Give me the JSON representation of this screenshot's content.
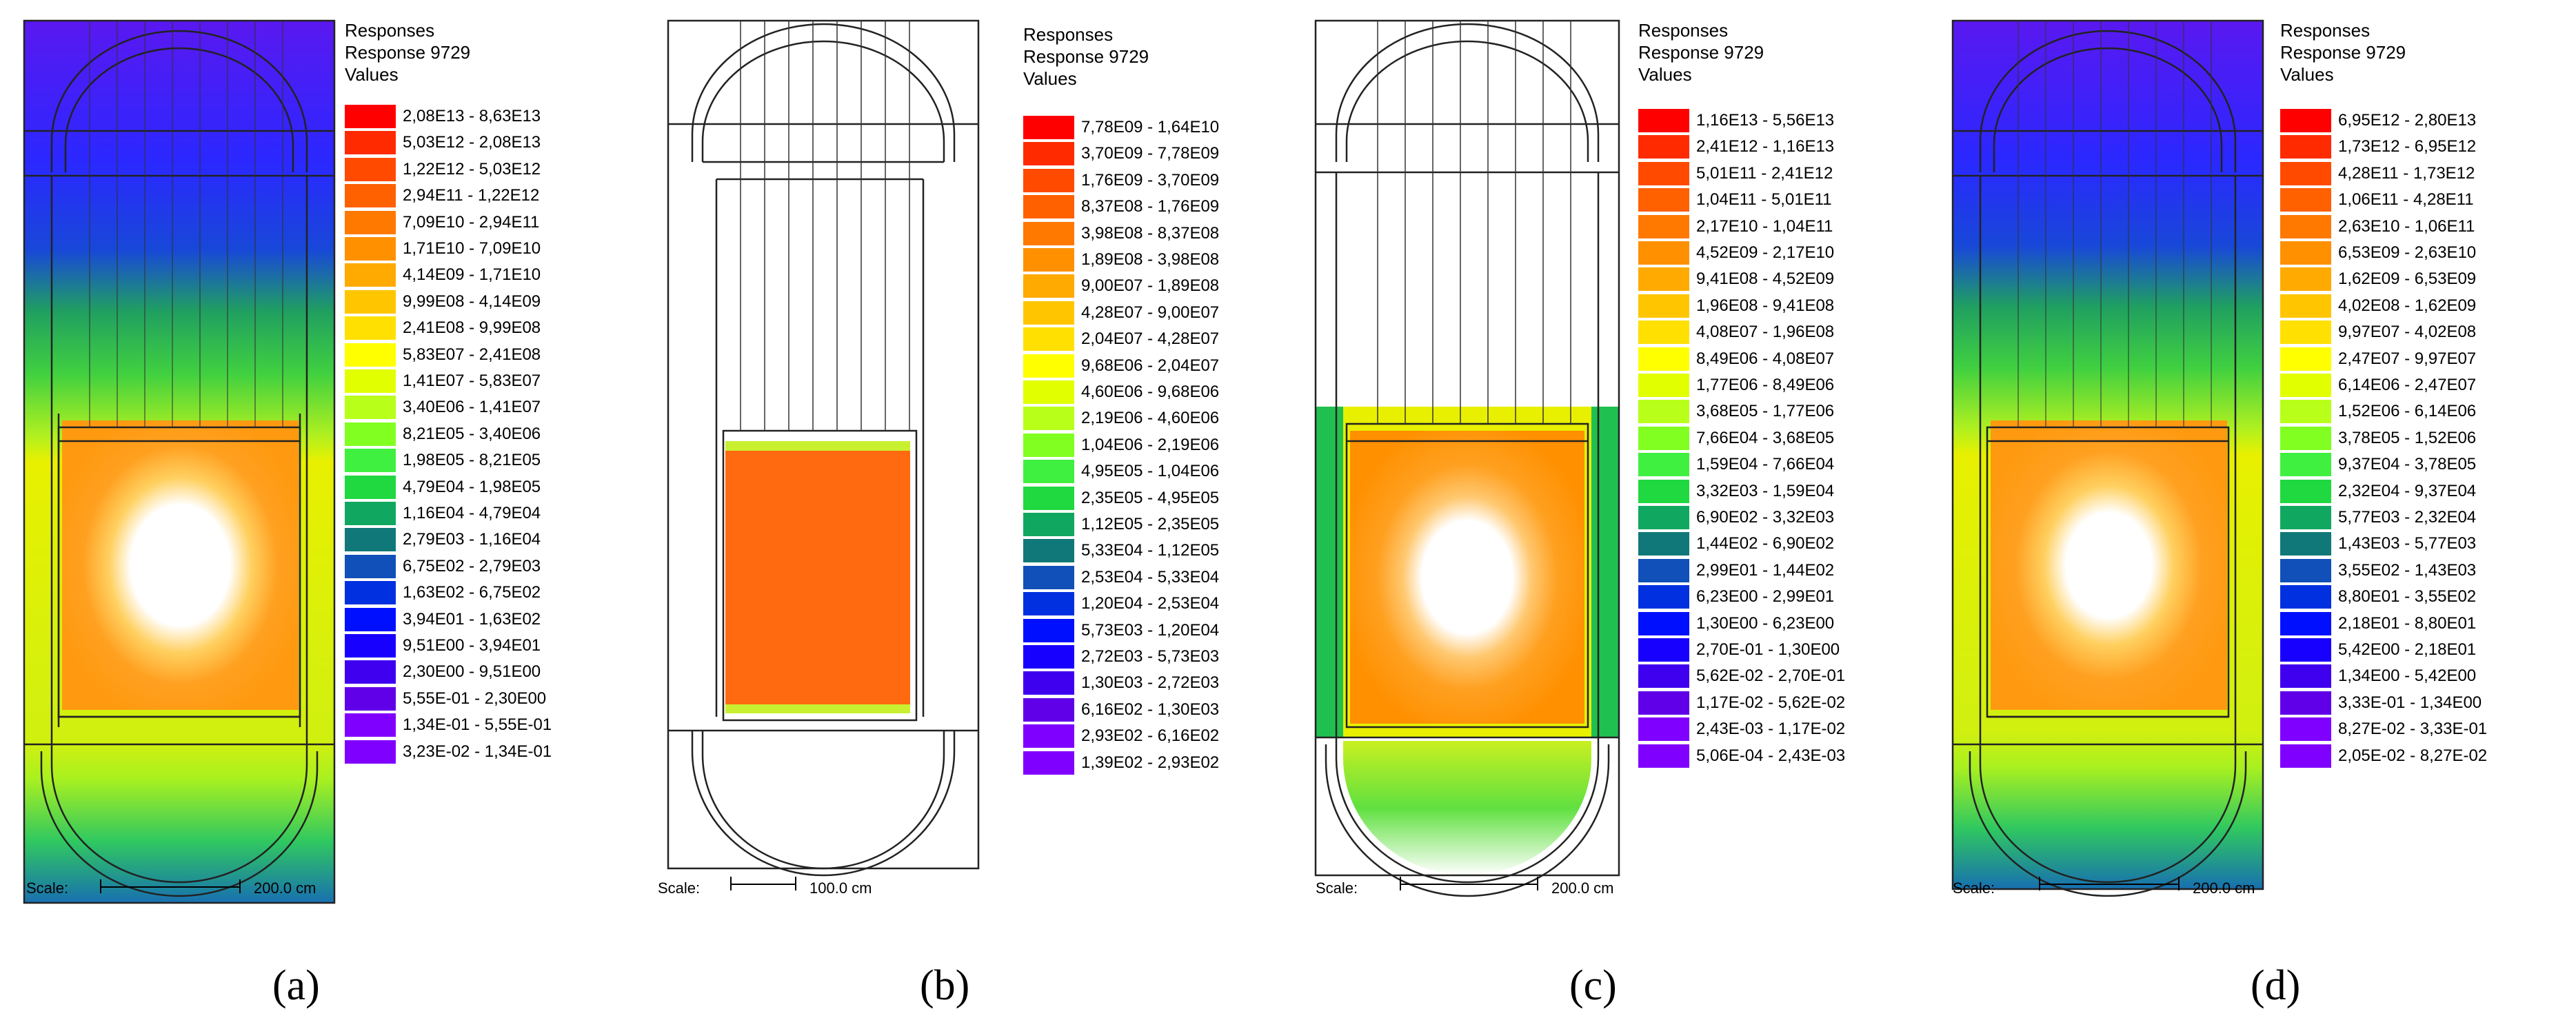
{
  "legend_common": {
    "line1": "Responses",
    "line2": "Response 9729",
    "line3": "Values"
  },
  "scale_label": "Scale:",
  "palette": [
    "#ff0000",
    "#ff2a00",
    "#ff4a00",
    "#ff6000",
    "#ff7800",
    "#ff9000",
    "#ffaa00",
    "#ffc600",
    "#ffe000",
    "#ffff00",
    "#e2ff00",
    "#b8ff1a",
    "#80ff20",
    "#40f040",
    "#20d840",
    "#10a860",
    "#107878",
    "#1050b8",
    "#0030e0",
    "#0010ff",
    "#1800ff",
    "#4000f0",
    "#6000e8",
    "#8000ff"
  ],
  "panels": [
    {
      "caption": "(a)",
      "scale_value": "200.0 cm",
      "ranges": [
        "2,08E13 - 8,63E13",
        "5,03E12 - 2,08E13",
        "1,22E12 - 5,03E12",
        "2,94E11 - 1,22E12",
        "7,09E10 - 2,94E11",
        "1,71E10 - 7,09E10",
        "4,14E09 - 1,71E10",
        "9,99E08 - 4,14E09",
        "2,41E08 - 9,99E08",
        "5,83E07 - 2,41E08",
        "1,41E07 - 5,83E07",
        "3,40E06 - 1,41E07",
        "8,21E05 - 3,40E06",
        "1,98E05 - 8,21E05",
        "4,79E04 - 1,98E05",
        "1,16E04 - 4,79E04",
        "2,79E03 - 1,16E04",
        "6,75E02 - 2,79E03",
        "1,63E02 - 6,75E02",
        "3,94E01 - 1,63E02",
        "9,51E00 - 3,94E01",
        "2,30E00 - 9,51E00",
        "5,55E-01 - 2,30E00",
        "1,34E-01 - 5,55E-01",
        "3,23E-02 - 1,34E-01"
      ]
    },
    {
      "caption": "(b)",
      "scale_value": "100.0 cm",
      "ranges": [
        "7,78E09 - 1,64E10",
        "3,70E09 - 7,78E09",
        "1,76E09 - 3,70E09",
        "8,37E08 - 1,76E09",
        "3,98E08 - 8,37E08",
        "1,89E08 - 3,98E08",
        "9,00E07 - 1,89E08",
        "4,28E07 - 9,00E07",
        "2,04E07 - 4,28E07",
        "9,68E06 - 2,04E07",
        "4,60E06 - 9,68E06",
        "2,19E06 - 4,60E06",
        "1,04E06 - 2,19E06",
        "4,95E05 - 1,04E06",
        "2,35E05 - 4,95E05",
        "1,12E05 - 2,35E05",
        "5,33E04 - 1,12E05",
        "2,53E04 - 5,33E04",
        "1,20E04 - 2,53E04",
        "5,73E03 - 1,20E04",
        "2,72E03 - 5,73E03",
        "1,30E03 - 2,72E03",
        "6,16E02 - 1,30E03",
        "2,93E02 - 6,16E02",
        "1,39E02 - 2,93E02"
      ]
    },
    {
      "caption": "(c)",
      "scale_value": "200.0 cm",
      "ranges": [
        "1,16E13 - 5,56E13",
        "2,41E12 - 1,16E13",
        "5,01E11 - 2,41E12",
        "1,04E11 - 5,01E11",
        "2,17E10 - 1,04E11",
        "4,52E09 - 2,17E10",
        "9,41E08 - 4,52E09",
        "1,96E08 - 9,41E08",
        "4,08E07 - 1,96E08",
        "8,49E06 - 4,08E07",
        "1,77E06 - 8,49E06",
        "3,68E05 - 1,77E06",
        "7,66E04 - 3,68E05",
        "1,59E04 - 7,66E04",
        "3,32E03 - 1,59E04",
        "6,90E02 - 3,32E03",
        "1,44E02 - 6,90E02",
        "2,99E01 - 1,44E02",
        "6,23E00 - 2,99E01",
        "1,30E00 - 6,23E00",
        "2,70E-01 - 1,30E00",
        "5,62E-02 - 2,70E-01",
        "1,17E-02 - 5,62E-02",
        "2,43E-03 - 1,17E-02",
        "5,06E-04 - 2,43E-03"
      ]
    },
    {
      "caption": "(d)",
      "scale_value": "200.0 cm",
      "ranges": [
        "6,95E12 - 2,80E13",
        "1,73E12 - 6,95E12",
        "4,28E11 - 1,73E12",
        "1,06E11 - 4,28E11",
        "2,63E10 - 1,06E11",
        "6,53E09 - 2,63E10",
        "1,62E09 - 6,53E09",
        "4,02E08 - 1,62E09",
        "9,97E07 - 4,02E08",
        "2,47E07 - 9,97E07",
        "6,14E06 - 2,47E07",
        "1,52E06 - 6,14E06",
        "3,78E05 - 1,52E06",
        "9,37E04 - 3,78E05",
        "2,32E04 - 9,37E04",
        "5,77E03 - 2,32E04",
        "1,43E03 - 5,77E03",
        "3,55E02 - 1,43E03",
        "8,80E01 - 3,55E02",
        "2,18E01 - 8,80E01",
        "5,42E00 - 2,18E01",
        "1,34E00 - 5,42E00",
        "3,33E-01 - 1,34E00",
        "8,27E-02 - 3,33E-01",
        "2,05E-02 - 8,27E-02"
      ]
    }
  ]
}
